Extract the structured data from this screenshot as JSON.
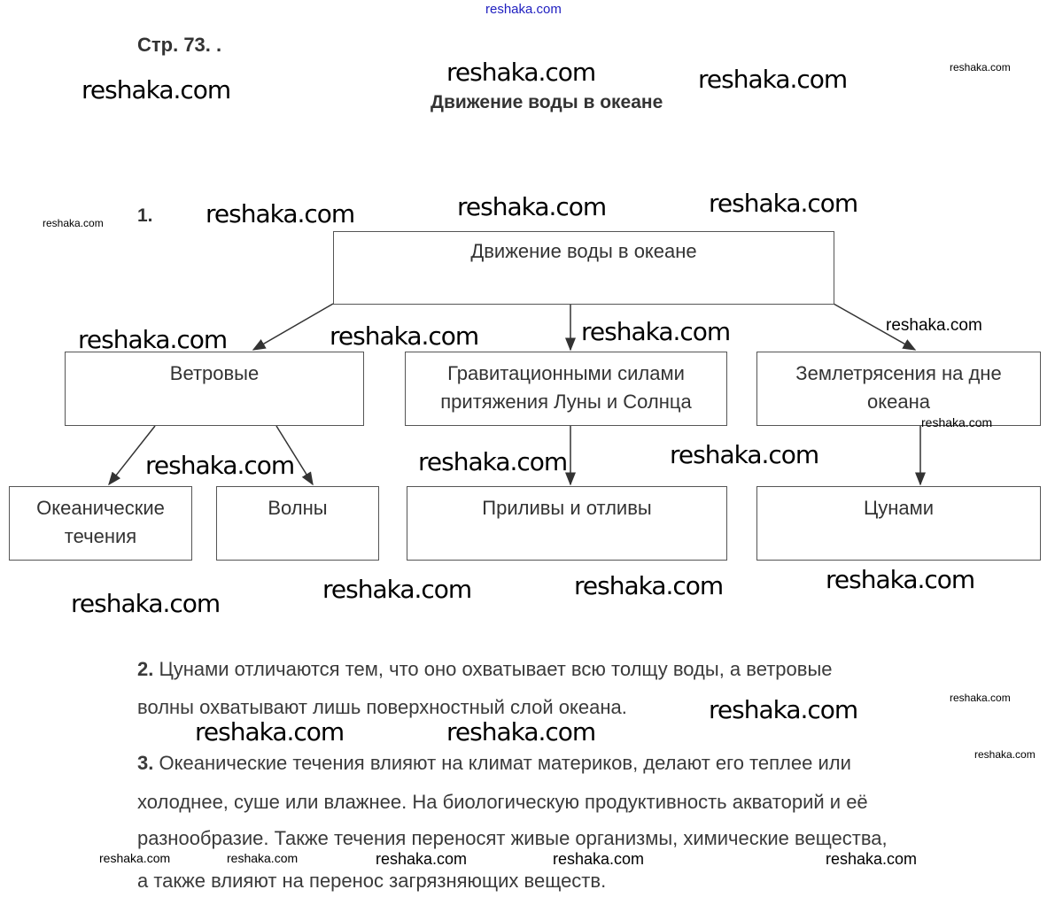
{
  "header_watermark": "reshaka.com",
  "page_ref": "Стр. 73. .",
  "title": "Движение воды в океане",
  "item1_number": "1.",
  "diagram": {
    "root": "Движение воды в океане",
    "level1": [
      "Ветровые",
      "Гравитационными силами притяжения Луны и Солнца",
      "Землетрясения на дне океана"
    ],
    "level2": [
      "Океанические течения",
      "Волны",
      "Приливы и отливы",
      "Цунами"
    ]
  },
  "answer2": {
    "number": "2.",
    "lines": [
      "Цунами отличаются тем, что оно охватывает всю толщу воды, а ветровые",
      "волны охватывают лишь поверхностный слой океана."
    ]
  },
  "answer3": {
    "number": "3.",
    "lines": [
      "Океанические течения влияют на климат материков, делают его теплее или",
      "холоднее, суше или влажнее. На биологическую продуктивность акваторий и её",
      "разнообразие. Также течения переносят живые организмы, химические вещества,",
      "а также влияют на перенос загрязняющих веществ."
    ]
  },
  "watermark": "reshaka.com",
  "colors": {
    "header_watermark": "#2020c0",
    "text": "#333333",
    "border": "#555555"
  }
}
